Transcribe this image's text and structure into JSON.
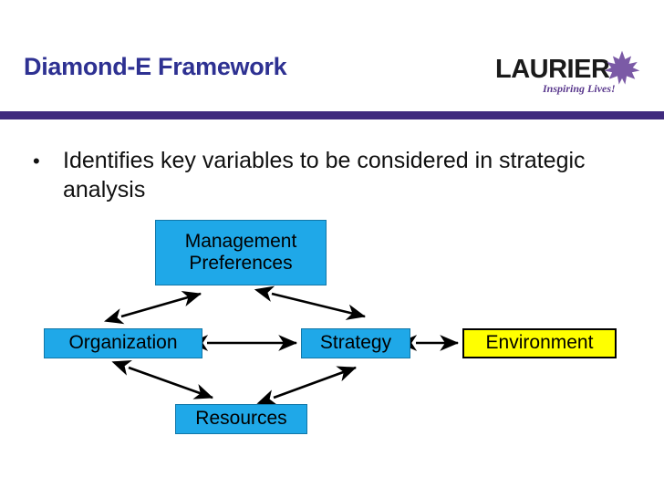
{
  "slide": {
    "title": "Diamond-E Framework",
    "accent_bar_color": "#3f2a7e",
    "title_color": "#2e3192"
  },
  "logo": {
    "wordmark": "LAURIER",
    "tagline": "Inspiring Lives!",
    "leaf_color": "#7b5aa6",
    "wordmark_color": "#1a1a1a",
    "tagline_color": "#5b3a8e"
  },
  "body": {
    "bullet_marker": "•",
    "bullet_text": "Identifies key variables to be considered in strategic analysis"
  },
  "diagram": {
    "nodes": [
      {
        "id": "management",
        "label": "Management\nPreferences",
        "fill": "#1fa8e8",
        "text_color": "#000000"
      },
      {
        "id": "organization",
        "label": "Organization",
        "fill": "#1fa8e8",
        "text_color": "#000000"
      },
      {
        "id": "strategy",
        "label": "Strategy",
        "fill": "#1fa8e8",
        "text_color": "#000000"
      },
      {
        "id": "environment",
        "label": "Environment",
        "fill": "#ffff00",
        "text_color": "#000000"
      },
      {
        "id": "resources",
        "label": "Resources",
        "fill": "#1fa8e8",
        "text_color": "#000000"
      }
    ],
    "connections": [
      {
        "from": "organization",
        "to": "management",
        "style": "double-headed"
      },
      {
        "from": "management",
        "to": "strategy",
        "style": "double-headed"
      },
      {
        "from": "organization",
        "to": "strategy",
        "style": "double-headed"
      },
      {
        "from": "strategy",
        "to": "environment",
        "style": "double-headed"
      },
      {
        "from": "organization",
        "to": "resources",
        "style": "double-headed"
      },
      {
        "from": "resources",
        "to": "strategy",
        "style": "double-headed"
      }
    ],
    "arrow_color": "#000000"
  }
}
